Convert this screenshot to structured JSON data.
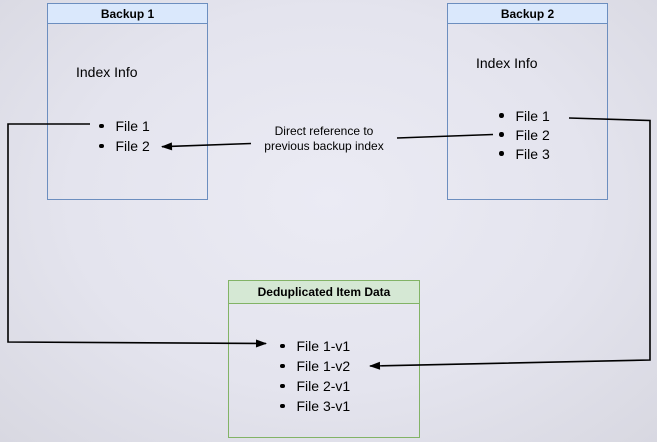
{
  "backup1": {
    "title": "Backup 1",
    "index_label": "Index Info",
    "files": [
      "File 1",
      "File 2"
    ]
  },
  "backup2": {
    "title": "Backup 2",
    "index_label": "Index Info",
    "files": [
      "File 1",
      "File 2",
      "File 3"
    ]
  },
  "dedup": {
    "title": "Deduplicated Item Data",
    "files": [
      "File 1-v1",
      "File 1-v2",
      "File 2-v1",
      "File 3-v1"
    ]
  },
  "edge_label": {
    "line1": "Direct reference to",
    "line2": "previous backup index"
  },
  "colors": {
    "blue_fill": "#dae8fc",
    "blue_border": "#6c8ebf",
    "green_fill": "#d5e8d4",
    "green_border": "#82b366",
    "arrow": "#000000",
    "text": "#000000"
  }
}
